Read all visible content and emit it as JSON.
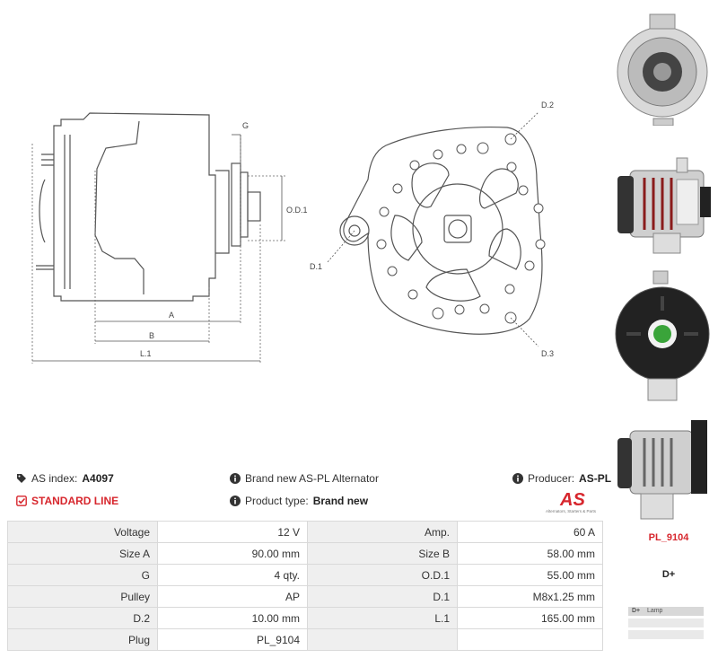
{
  "drawing": {
    "labels": {
      "g": "G",
      "od1": "O.D.1",
      "a": "A",
      "b": "B",
      "l1": "L.1",
      "d1": "D.1",
      "d2": "D.2",
      "d3": "D.3"
    }
  },
  "info": {
    "as_index_label": "AS index:",
    "as_index_value": "A4097",
    "description": "Brand new AS-PL Alternator",
    "producer_label": "Producer:",
    "producer_value": "AS-PL",
    "line": "STANDARD LINE",
    "product_type_label": "Product type:",
    "product_type_value": "Brand new",
    "logo_text": "AS",
    "logo_tagline": "Alternators, Starters & Parts"
  },
  "specs": [
    {
      "label": "Voltage",
      "value": "12 V",
      "label2": "Amp.",
      "value2": "60 A"
    },
    {
      "label": "Size A",
      "value": "90.00 mm",
      "label2": "Size B",
      "value2": "58.00 mm"
    },
    {
      "label": "G",
      "value": "4 qty.",
      "label2": "O.D.1",
      "value2": "55.00 mm"
    },
    {
      "label": "Pulley",
      "value": "AP",
      "label2": "D.1",
      "value2": "M8x1.25 mm"
    },
    {
      "label": "D.2",
      "value": "10.00 mm",
      "label2": "L.1",
      "value2": "165.00 mm"
    },
    {
      "label": "Plug",
      "value": "PL_9104",
      "label2": "",
      "value2": ""
    }
  ],
  "side": {
    "plug_link": "PL_9104",
    "terminal": "D+",
    "connector_rows": [
      {
        "pin": "D+",
        "name": "Lamp"
      }
    ]
  },
  "colors": {
    "accent_red": "#d7262d",
    "label_bg": "#efefef",
    "border": "#d9d9d9"
  },
  "icons": [
    "tags-icon",
    "info-icon",
    "check-square-icon"
  ]
}
